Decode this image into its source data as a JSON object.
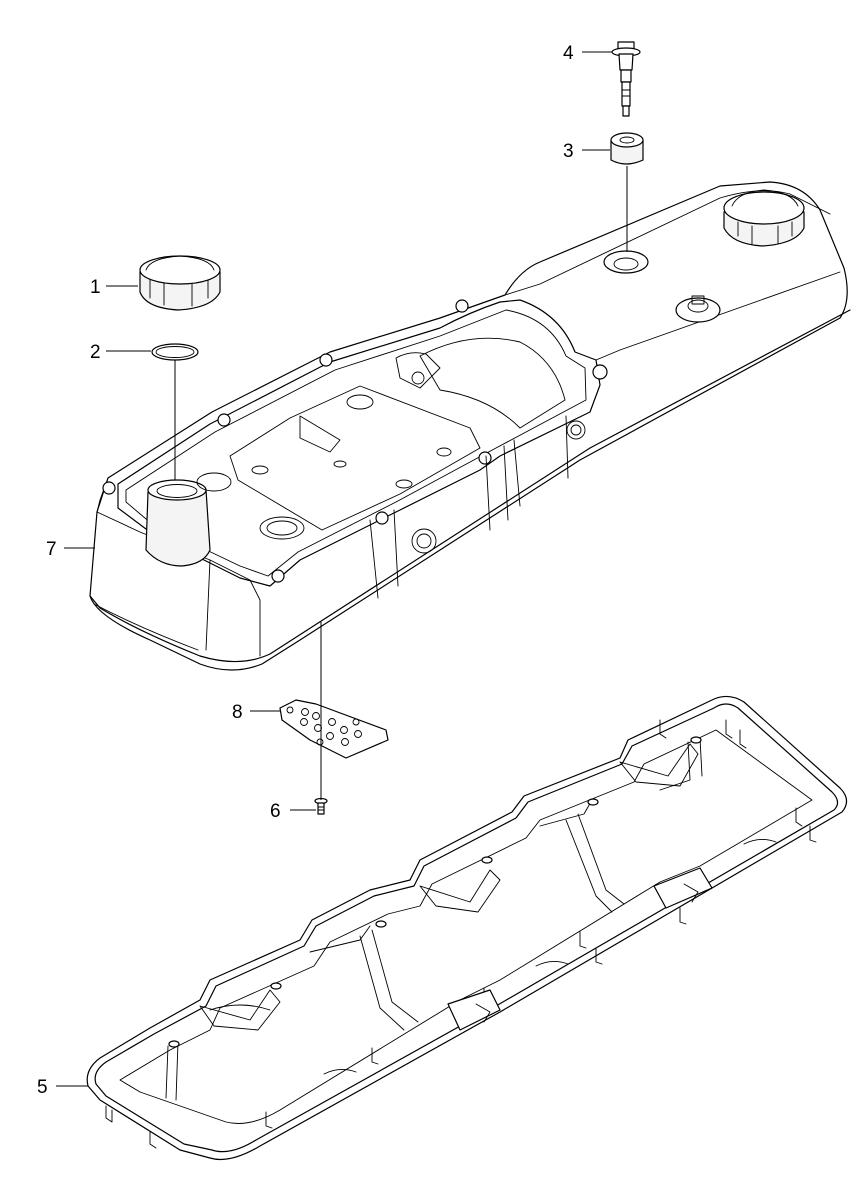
{
  "callouts": [
    {
      "id": "c1",
      "label": "1",
      "part": "oil-filler-cap"
    },
    {
      "id": "c2",
      "label": "2",
      "part": "o-ring"
    },
    {
      "id": "c3",
      "label": "3",
      "part": "grommet"
    },
    {
      "id": "c4",
      "label": "4",
      "part": "bolt"
    },
    {
      "id": "c5",
      "label": "5",
      "part": "valve-cover-gasket"
    },
    {
      "id": "c6",
      "label": "6",
      "part": "screw"
    },
    {
      "id": "c7",
      "label": "7",
      "part": "valve-cover"
    },
    {
      "id": "c8",
      "label": "8",
      "part": "baffle-plate"
    }
  ],
  "colors": {
    "line": "#000000",
    "background": "#ffffff",
    "shade": "#f4f4f4"
  }
}
